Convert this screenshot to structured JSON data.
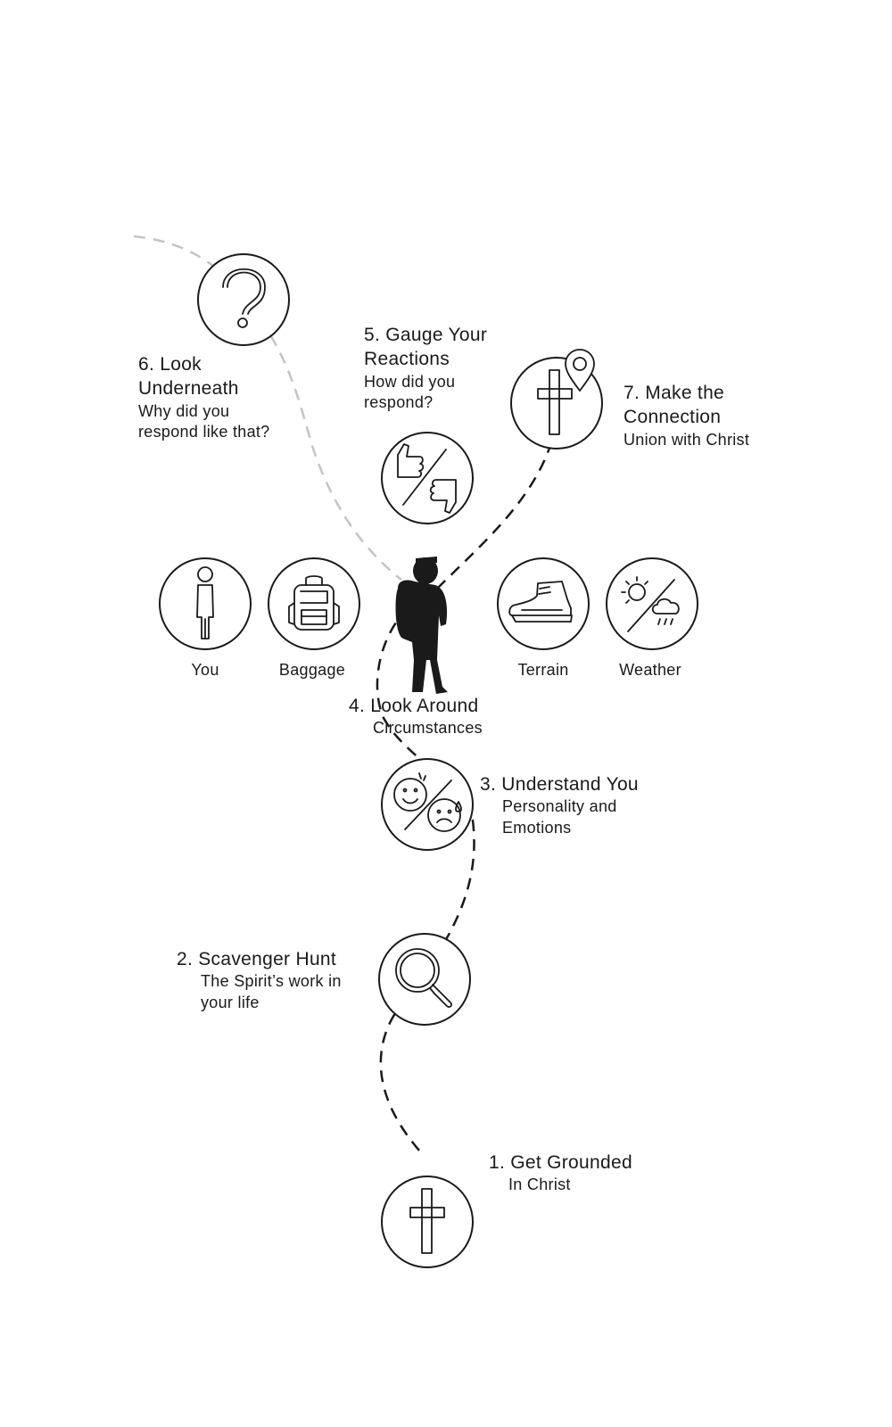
{
  "steps": [
    {
      "title": "1. Get Grounded",
      "subtitle": "In Christ",
      "icon": "cross-icon"
    },
    {
      "title": "2. Scavenger Hunt",
      "subtitle_lines": [
        "The Spirit’s work in",
        "your life"
      ],
      "icon": "magnifier-icon"
    },
    {
      "title": "3. Understand You",
      "subtitle_lines": [
        "Personality and",
        "Emotions"
      ],
      "icon": "happy-sad-faces-icon"
    },
    {
      "title": "4. Look Around",
      "subtitle": "Circumstances",
      "icon": "hiker-icon"
    },
    {
      "title_lines": [
        "5. Gauge Your",
        "Reactions"
      ],
      "subtitle_lines": [
        "How did you",
        "respond?"
      ],
      "icon": "thumbs-up-down-icon"
    },
    {
      "title_lines": [
        "6. Look",
        "Underneath"
      ],
      "subtitle_lines": [
        "Why did you",
        "respond like that?"
      ],
      "icon": "question-mark-icon"
    },
    {
      "title_lines": [
        "7. Make the",
        "Connection"
      ],
      "subtitle": "Union with Christ",
      "icon": "cross-location-pin-icon"
    }
  ],
  "circumstances": [
    {
      "label": "You",
      "icon": "person-icon"
    },
    {
      "label": "Baggage",
      "icon": "backpack-icon"
    },
    {
      "label": "Terrain",
      "icon": "boot-icon"
    },
    {
      "label": "Weather",
      "icon": "sun-rain-icon"
    }
  ],
  "colors": {
    "line": "#1a1a1a",
    "faded_path": "#c4c4c4",
    "background": "#ffffff"
  }
}
